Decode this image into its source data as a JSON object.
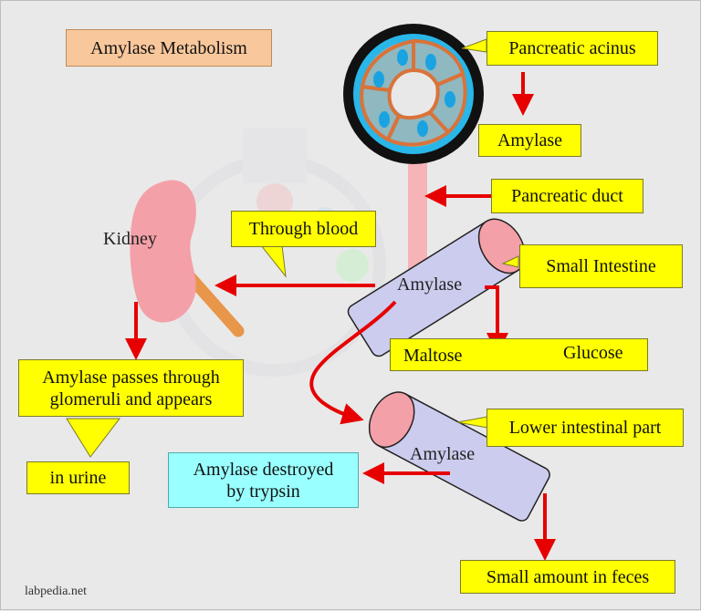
{
  "title": "Amylase Metabolism",
  "labels": {
    "pancreatic_acinus": "Pancreatic acinus",
    "amylase_top": "Amylase",
    "pancreatic_duct": "Pancreatic duct",
    "small_intestine": "Small Intestine",
    "through_blood": "Through blood",
    "kidney": "Kidney",
    "amylase_mid": "Amylase",
    "maltose": "Maltose",
    "glucose": "Glucose",
    "glomeruli": "Amylase passes through glomeruli and appears",
    "in_urine": "in urine",
    "lower_intestinal": "Lower intestinal part",
    "amylase_lower": "Amylase",
    "destroyed": "Amylase destroyed by trypsin",
    "feces": "Small amount in feces"
  },
  "credit": "labpedia.net",
  "colors": {
    "arrow": "#e60000",
    "callout": "#ffff00",
    "cyan_box": "#99ffff",
    "title_box": "#f9c79c",
    "intestine": "#ccccee",
    "intestine_end": "#f4a0a8",
    "kidney": "#f4a0a8",
    "ureter": "#e8964a",
    "duct": "#f6b4b8",
    "acinus_ring": "#29b6e8",
    "acinus_cells": "#d9733a",
    "nucleus": "#1aa3e0"
  }
}
